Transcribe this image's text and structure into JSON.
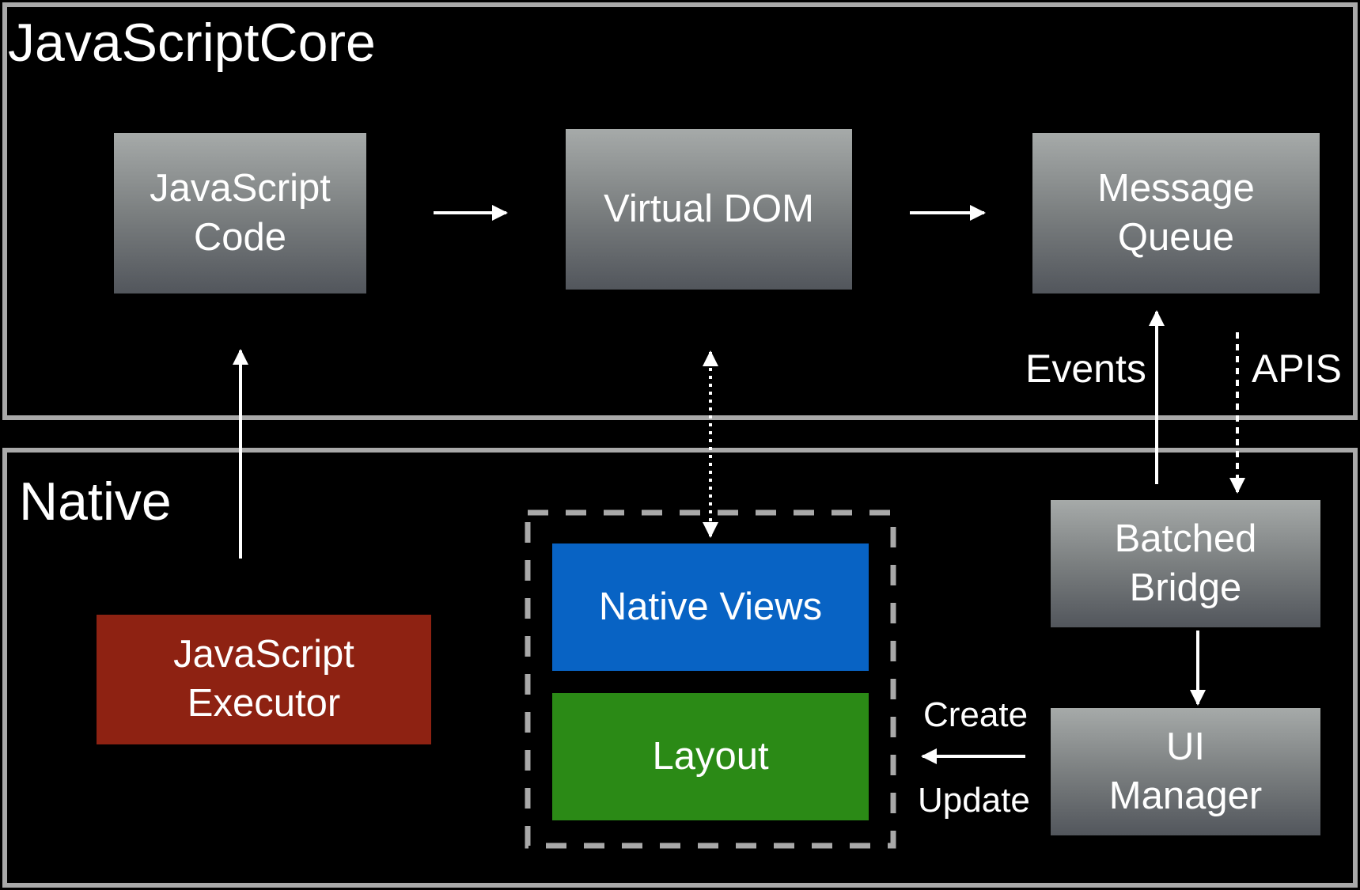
{
  "panels": {
    "javascriptcore": {
      "title": "JavaScriptCore"
    },
    "native": {
      "title": "Native"
    }
  },
  "boxes": {
    "javascript_code": "JavaScript\nCode",
    "virtual_dom": "Virtual DOM",
    "message_queue": "Message\nQueue",
    "javascript_executor": "JavaScript\nExecutor",
    "native_views": "Native Views",
    "layout": "Layout",
    "batched_bridge": "Batched\nBridge",
    "ui_manager": "UI\nManager"
  },
  "edge_labels": {
    "events": "Events",
    "apis": "APIS",
    "create": "Create",
    "update": "Update"
  },
  "colors": {
    "background": "#000000",
    "panel_border": "#a9a9a9",
    "gray_box_top": "#a6aaa9",
    "gray_box_bottom": "#52565c",
    "executor_red": "#8e2212",
    "native_views_blue": "#0863c4",
    "layout_green": "#2b8a16",
    "arrow": "#ffffff"
  }
}
